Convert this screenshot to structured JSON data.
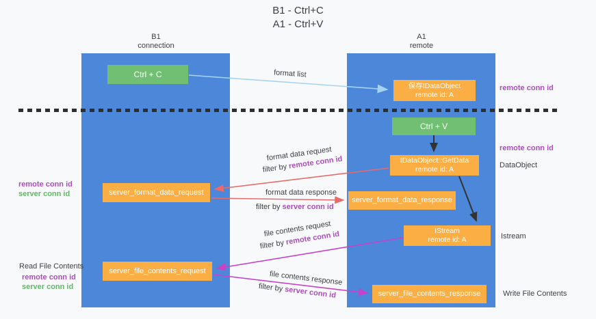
{
  "title": {
    "line1": "B1 - Ctrl+C",
    "line2": "A1 - Ctrl+V"
  },
  "columns": {
    "left": {
      "name": "B1",
      "role": "connection"
    },
    "right": {
      "name": "A1",
      "role": "remote"
    }
  },
  "nodes": {
    "ctrl_c": "Ctrl + C",
    "save_dataobject": {
      "line1": "保存IDataObject",
      "line2": "remote id: A"
    },
    "ctrl_v": "Ctrl + V",
    "getdata": {
      "line1": "IDataObject::GetData",
      "line2": "remote id: A"
    },
    "format_request": "server_format_data_request",
    "format_response": "server_format_data_response",
    "istream": {
      "line1": "IStream",
      "line2": "remote id: A"
    },
    "file_request": "server_file_contents_request",
    "file_response": "server_file_contents_response"
  },
  "side_labels": {
    "right_remote_conn_1": "remote conn id",
    "right_remote_conn_2": "remote conn id",
    "dataobject": "DataObject",
    "istream": "Istream",
    "write_file": "Write File Contents",
    "read_file": "Read File Contents",
    "left_remote_conn_1": "remote conn id",
    "left_server_conn_1": "server conn id",
    "left_remote_conn_2": "remote conn id",
    "left_server_conn_2": "server conn id"
  },
  "edge_labels": {
    "format_list": "format list",
    "format_data_request": "format data request",
    "filter1_prefix": "filter by ",
    "filter1_value": "remote conn id",
    "format_data_response": "format data response",
    "filter2_prefix": "filter by ",
    "filter2_value": "server conn id",
    "file_contents_request": "file contents request",
    "filter3_prefix": "filter by ",
    "filter3_value": "remote conn id",
    "file_contents_response": "file contents response",
    "filter4_prefix": "filter by ",
    "filter4_value": "server conn id"
  },
  "colors": {
    "column_blue": "#4c87d9",
    "box_orange": "#fbae43",
    "box_green": "#70bf73",
    "arrow_light_blue": "#a6d3f2",
    "arrow_red": "#e86a6a",
    "arrow_magenta": "#c940c9",
    "arrow_black": "#333333",
    "label_purple": "#ab4dbc",
    "label_green": "#5fb863"
  }
}
